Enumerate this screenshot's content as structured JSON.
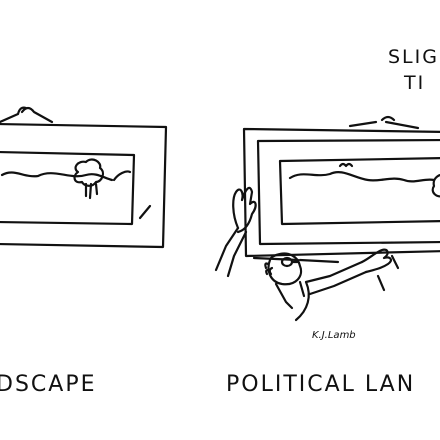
{
  "captions": {
    "left": "DSCAPE",
    "right": "POLITICAL LAN"
  },
  "speech": {
    "line1": "SLIG",
    "line2": "TI"
  },
  "signature": "K.J.Lamb"
}
